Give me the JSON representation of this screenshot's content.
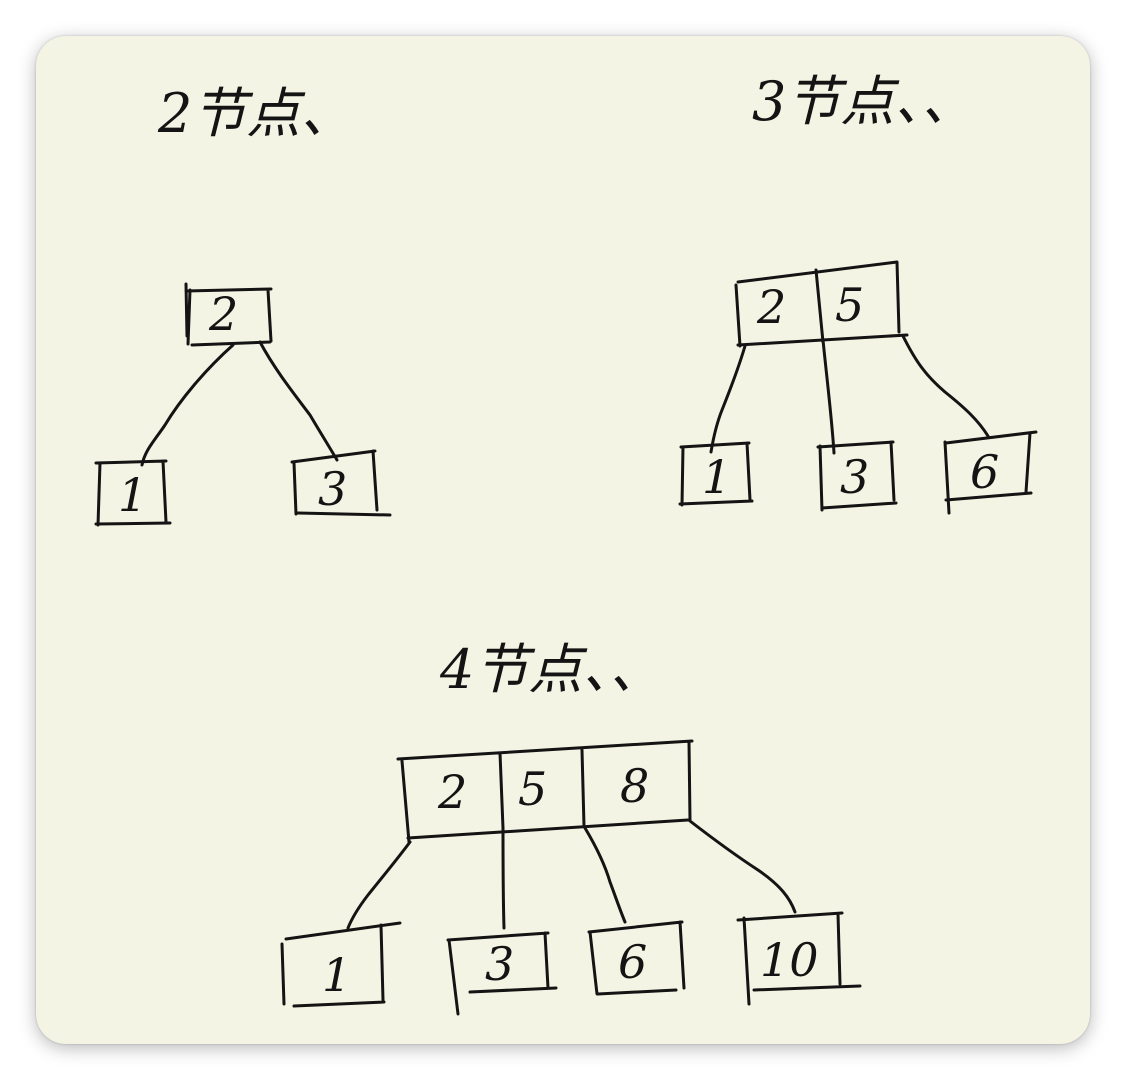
{
  "diagrams": [
    {
      "title": "2节点、",
      "root": [
        "2"
      ],
      "children": [
        "1",
        "3"
      ]
    },
    {
      "title": "3节点、、",
      "root": [
        "2",
        "5"
      ],
      "children": [
        "1",
        "3",
        "6"
      ]
    },
    {
      "title": "4节点、、",
      "root": [
        "2",
        "5",
        "8"
      ],
      "children": [
        "1",
        "3",
        "6",
        "10"
      ]
    }
  ],
  "colors": {
    "background": "#f4f4e4",
    "ink": "#141414"
  }
}
